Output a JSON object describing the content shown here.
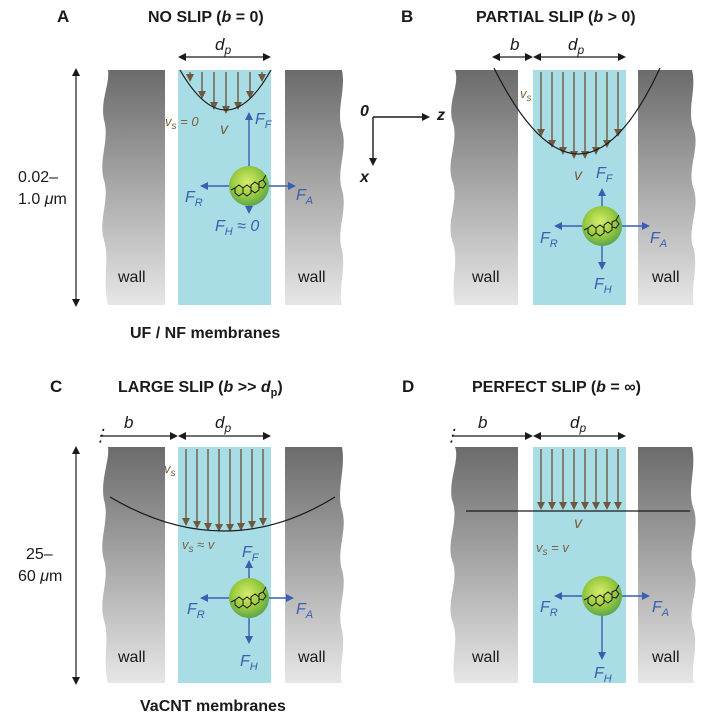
{
  "panels": [
    {
      "letter": "A",
      "title": "NO SLIP (",
      "b_sym": "b",
      "cond": " = 0)",
      "dp": "d",
      "dp_sub": "p",
      "vs": "v",
      "vs_sub": "s",
      "vs_rel": " = 0",
      "v": "v",
      "ff": "F",
      "ff_sub": "F",
      "fr": "F",
      "fr_sub": "R",
      "fa": "F",
      "fa_sub": "A",
      "fh": "F",
      "fh_sub": "H",
      "fh_rel": " ≈ 0",
      "wall": "wall"
    },
    {
      "letter": "B",
      "title": "PARTIAL SLIP (",
      "b_sym": "b",
      "cond": " > 0)",
      "b": "b",
      "dp": "d",
      "dp_sub": "p",
      "vs": "v",
      "vs_sub": "s",
      "v": "v",
      "ff": "F",
      "ff_sub": "F",
      "fr": "F",
      "fr_sub": "R",
      "fa": "F",
      "fa_sub": "A",
      "fh": "F",
      "fh_sub": "H",
      "wall": "wall"
    },
    {
      "letter": "C",
      "title": "LARGE SLIP (",
      "b_sym": "b",
      "cond": " >> ",
      "cond2": "d",
      "cond2_sub": "p",
      "cond3": ")",
      "b": "b",
      "dp": "d",
      "dp_sub": "p",
      "vs": "v",
      "vs_sub": "s",
      "vs2": "v",
      "vs2_sub": "s",
      "vs2_rel": " ≈ v",
      "ff": "F",
      "ff_sub": "F",
      "fr": "F",
      "fr_sub": "R",
      "fa": "F",
      "fa_sub": "A",
      "fh": "F",
      "fh_sub": "H",
      "wall": "wall"
    },
    {
      "letter": "D",
      "title": "PERFECT SLIP (",
      "b_sym": "b",
      "cond": " = ∞)",
      "b": "b",
      "dp": "d",
      "dp_sub": "p",
      "v": "v",
      "vs": "v",
      "vs_sub": "s",
      "vs_rel": " = v",
      "fr": "F",
      "fr_sub": "R",
      "fa": "F",
      "fa_sub": "A",
      "fh": "F",
      "fh_sub": "H",
      "wall": "wall"
    }
  ],
  "axes": {
    "origin": "0",
    "z": "z",
    "x": "x"
  },
  "scale_top": {
    "line1": "0.02–",
    "line2": "1.0 ",
    "unit": "μ",
    "unit2": "m"
  },
  "scale_bottom": {
    "line1": "25–",
    "line2": "60 ",
    "unit": "μ",
    "unit2": "m"
  },
  "captions": {
    "top": "UF / NF membranes",
    "bottom": "VaCNT membranes"
  },
  "colors": {
    "channel": "#a9dde5",
    "arrow_flow": "#6e5a40",
    "force": "#3a5fb0",
    "wall_dark": "#6d6d6d",
    "wall_light": "#dedede"
  }
}
